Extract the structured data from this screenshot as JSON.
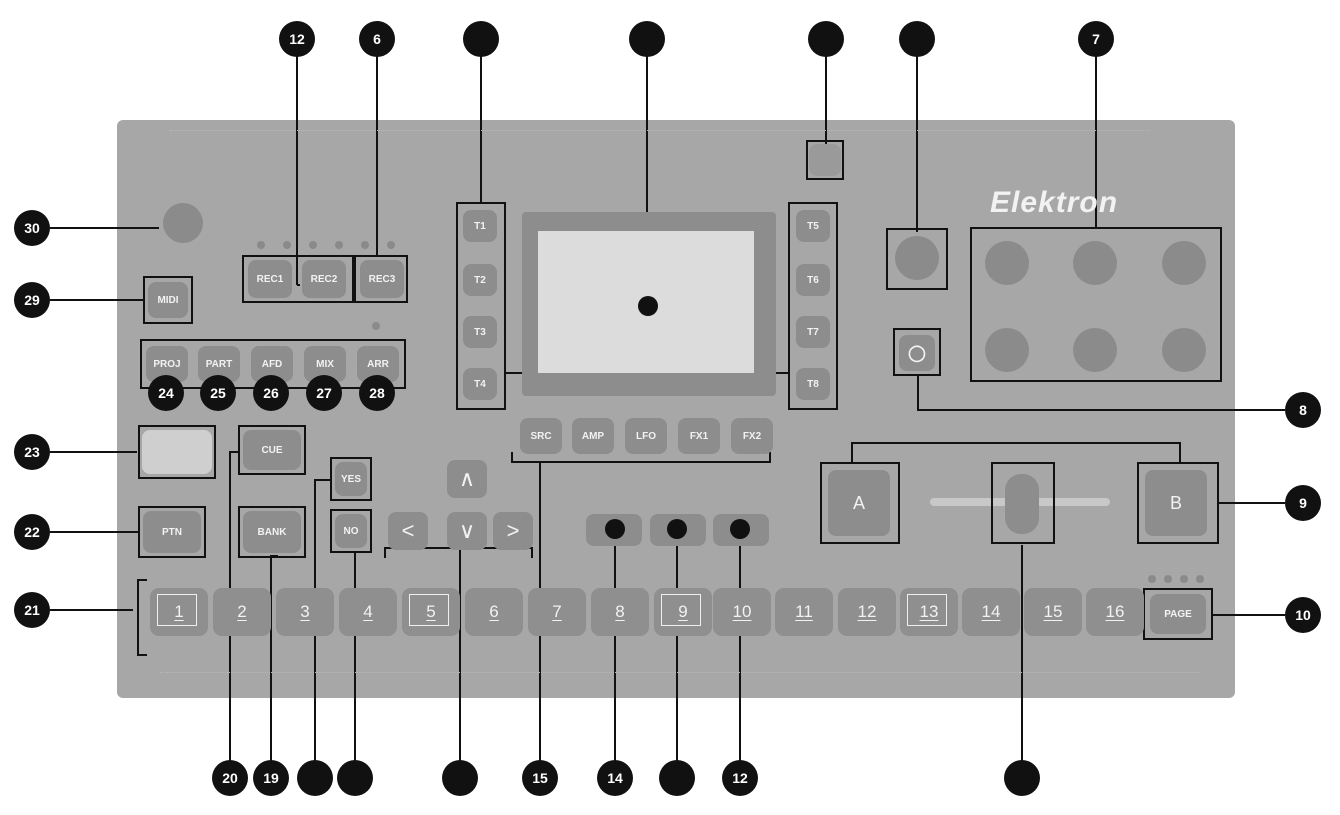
{
  "callouts": {
    "c12": "12",
    "c6": "6",
    "c7": "7",
    "c8": "8",
    "c9": "9",
    "c10": "10",
    "c30": "30",
    "c29": "29",
    "c24": "24",
    "c25": "25",
    "c26": "26",
    "c27": "27",
    "c28": "28",
    "c23": "23",
    "c22": "22",
    "c21": "21",
    "c20": "20",
    "c19": "19",
    "c15": "15",
    "c14": "14",
    "c12b": "12"
  },
  "buttons": {
    "midi": "MIDI",
    "rec1": "REC1",
    "rec2": "REC2",
    "rec3": "REC3",
    "proj": "PROJ",
    "part": "PART",
    "afd": "AFD",
    "mix": "MIX",
    "arr": "ARR",
    "cue": "CUE",
    "yes": "YES",
    "no": "NO",
    "bank": "BANK",
    "ptn": "PTN",
    "t1": "T1",
    "t2": "T2",
    "t3": "T3",
    "t4": "T4",
    "t5": "T5",
    "t6": "T6",
    "t7": "T7",
    "t8": "T8",
    "src": "SRC",
    "amp": "AMP",
    "lfo": "LFO",
    "fx1": "FX1",
    "fx2": "FX2",
    "page": "PAGE",
    "a": "A",
    "b": "B"
  },
  "arrows": {
    "up": "∧",
    "down": "∨",
    "left": "<",
    "right": ">"
  },
  "logo": "Elektron",
  "steps": [
    "1",
    "2",
    "3",
    "4",
    "5",
    "6",
    "7",
    "8",
    "9",
    "10",
    "11",
    "12",
    "13",
    "14",
    "15",
    "16"
  ]
}
